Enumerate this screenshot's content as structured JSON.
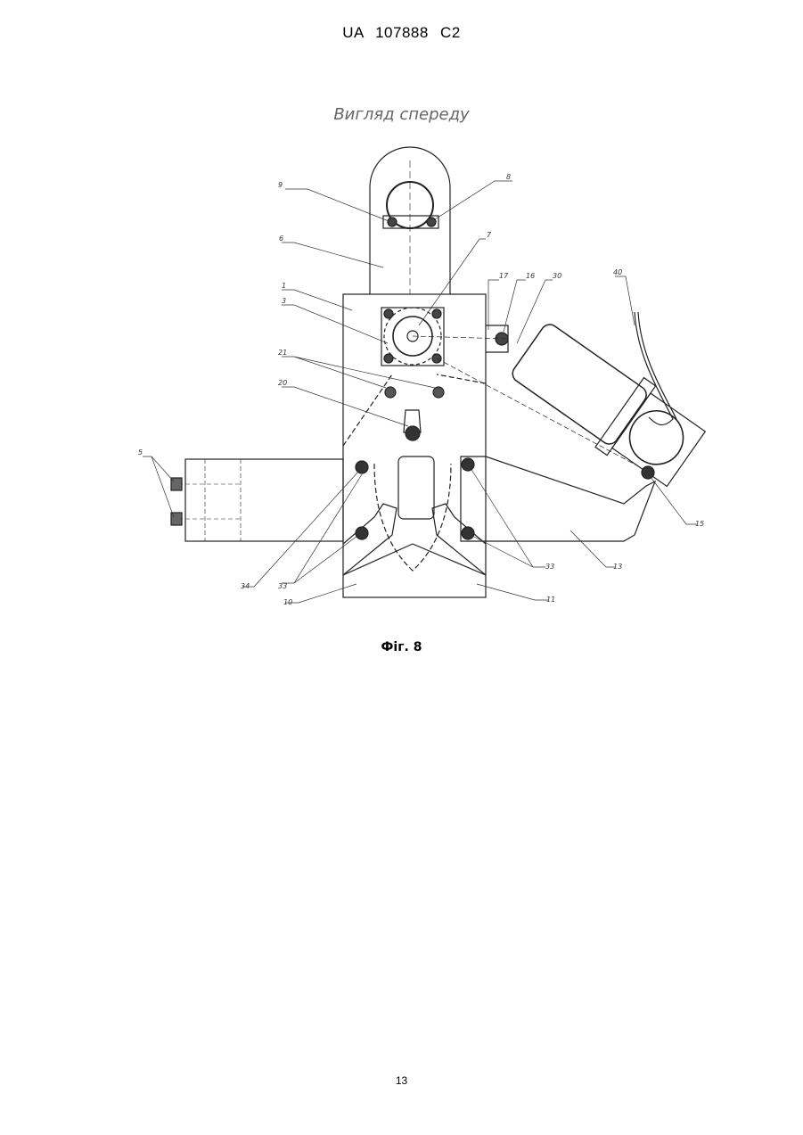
{
  "header": {
    "text": "UA   107888   C2"
  },
  "view_title": "Вигляд спереду",
  "figure": {
    "caption": "Фіг. 8",
    "labels": {
      "l9": "9",
      "l8": "8",
      "l6": "6",
      "l7": "7",
      "l1": "1",
      "l3": "3",
      "l17": "17",
      "l16": "16",
      "l30": "30",
      "l40": "40",
      "l21": "21",
      "l20": "20",
      "l5": "5",
      "l15": "15",
      "l34": "34",
      "l33a": "33",
      "l10": "10",
      "l11": "11",
      "l33b": "33",
      "l13": "13"
    }
  },
  "page_number": "13"
}
